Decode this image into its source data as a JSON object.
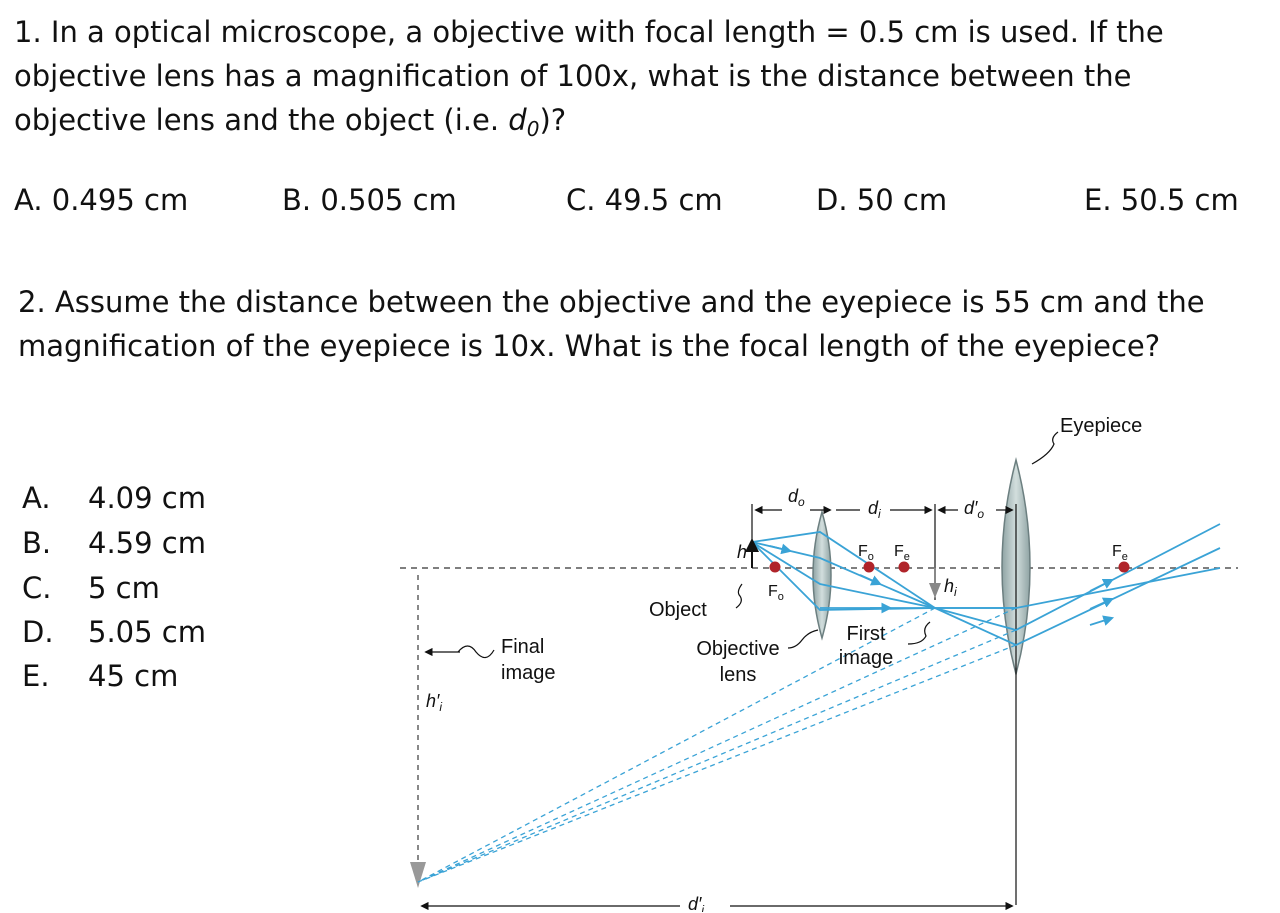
{
  "q1": {
    "text_a": "1. In a optical microscope, a objective with focal length = 0.5 cm is used. If the objective lens has a magnification of 100x, what is the distance between the objective lens and the object (i.e. ",
    "var": "d",
    "sub": "0",
    "text_b": ")?",
    "options": [
      "A. 0.495 cm",
      "B. 0.505 cm",
      "C.  49.5 cm",
      "D.  50 cm",
      "E. 50.5 cm"
    ]
  },
  "q2": {
    "text": "2. Assume the distance between the objective and the eyepiece is 55 cm and the magnification of the eyepiece is 10x. What is the focal length of the eyepiece?",
    "choices": [
      {
        "letter": "A.",
        "value": "4.09 cm"
      },
      {
        "letter": "B.",
        "value": "4.59 cm"
      },
      {
        "letter": "C.",
        "value": "5 cm"
      },
      {
        "letter": "D.",
        "value": "5.05 cm"
      },
      {
        "letter": "E.",
        "value": "45 cm"
      }
    ]
  },
  "diagram": {
    "eyepiece": "Eyepiece",
    "object": "Object",
    "objective_1": "Objective",
    "objective_2": "lens",
    "first_1": "First",
    "first_2": "image",
    "final_1": "Final",
    "final_2": "image",
    "h": "h",
    "hi": "h",
    "hi_sub": "i",
    "hi_prime": "h′",
    "hi_prime_sub": "i",
    "do": "d",
    "do_sub": "o",
    "di": "d",
    "di_sub": "i",
    "do_prime": "d′",
    "do_prime_sub": "o",
    "di_prime": "d′",
    "di_prime_sub": "i",
    "F": "F",
    "o_sub": "o",
    "e_sub": "e",
    "colors": {
      "ray": "#3aa3d6",
      "focal": "#b0242a",
      "lens": "#aebfc0"
    }
  }
}
